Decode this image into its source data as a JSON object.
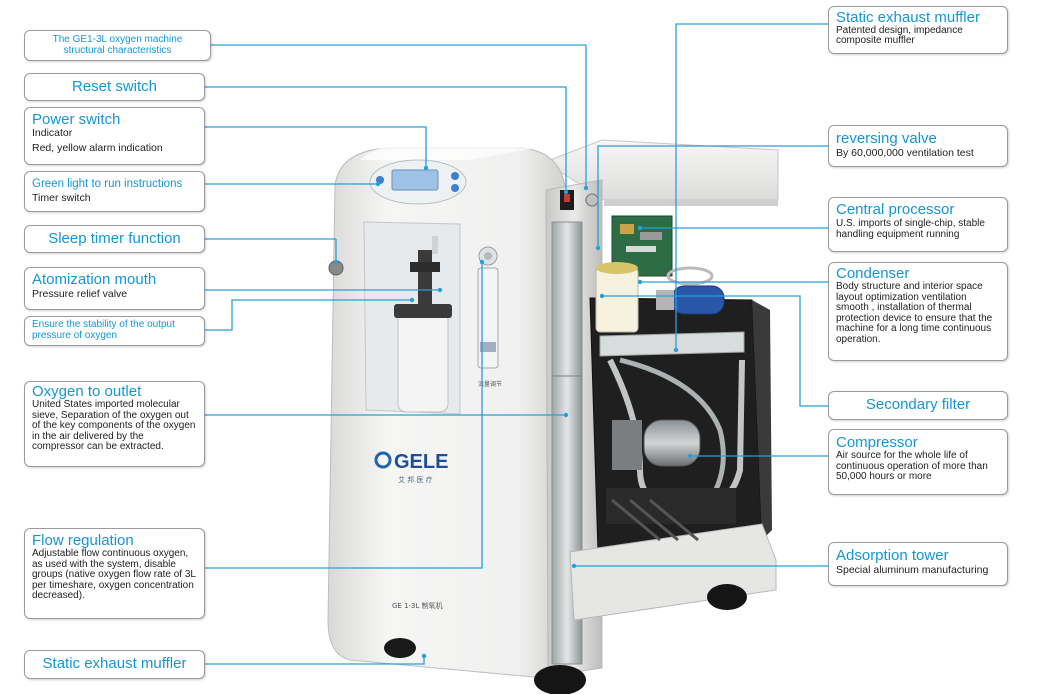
{
  "labels": {
    "structural": {
      "title": "The GE1-3L oxygen machine structural characteristics"
    },
    "reset": {
      "title": "Reset switch"
    },
    "power": {
      "title": "Power switch",
      "line1": "Indicator",
      "line2": "Red, yellow alarm indication"
    },
    "green_light": {
      "title": "Green light to run instructions",
      "line1": "Timer switch"
    },
    "sleep_timer": {
      "title": "Sleep timer function"
    },
    "atomization": {
      "title": "Atomization mouth",
      "line1": "Pressure relief valve"
    },
    "stability": {
      "title": "Ensure the stability of the output pressure of oxygen"
    },
    "oxygen_outlet": {
      "title": "Oxygen to outlet",
      "desc": "United States imported molecular sieve, Separation of the oxygen out of the key components of the oxygen in the air delivered by the compressor can be extracted."
    },
    "flow_regulation": {
      "title": "Flow regulation",
      "desc": "Adjustable flow continuous oxygen, as used with the system, disable groups (native oxygen flow rate of 3L per timeshare, oxygen concentration decreased)."
    },
    "static_muffler_bottom": {
      "title": "Static exhaust muffler"
    },
    "static_muffler_top": {
      "title": "Static exhaust muffler",
      "desc": "Patented design, impedance composite muffler"
    },
    "reversing_valve": {
      "title": "reversing valve",
      "desc": "By 60,000,000 ventilation test"
    },
    "central_processor": {
      "title": "Central processor",
      "desc": "U.S. imports of single-chip, stable handling equipment running"
    },
    "condenser": {
      "title": "Condenser",
      "desc": "Body structure and interior space layout optimization ventilation smooth , installation of thermal protection device to ensure that the machine for a long time continuous operation."
    },
    "secondary_filter": {
      "title": "Secondary filter"
    },
    "compressor": {
      "title": "Compressor",
      "desc": "Air source for the whole life of continuous operation of more than 50,000 hours or more"
    },
    "adsorption_tower": {
      "title": "Adsorption tower",
      "desc": "Special aluminum manufacturing"
    }
  },
  "device": {
    "brand": "GELE",
    "brand_sub": "艾 邦 医 疗",
    "model_text": "GE 1-3L 制氧机",
    "flowmeter_label": "流量调节"
  },
  "colors": {
    "accent": "#1496d6",
    "line": "#26a0dc",
    "body": "#efefee",
    "frame": "#2b2b2b"
  }
}
